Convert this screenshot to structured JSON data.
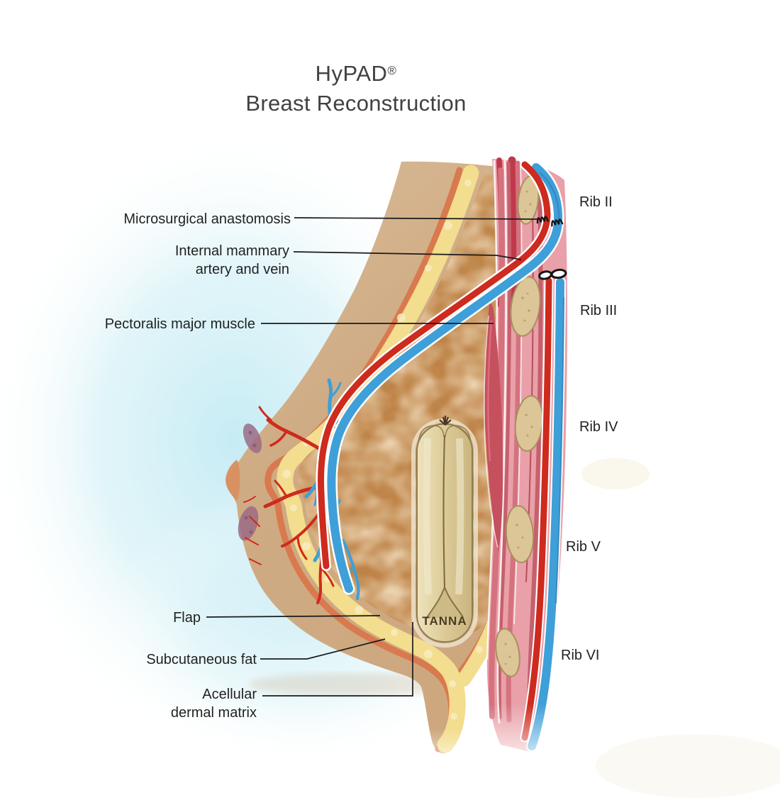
{
  "title": {
    "brand": "HyPAD",
    "registered_mark": "®",
    "subtitle": "Breast Reconstruction"
  },
  "callouts": {
    "microsurgical_anastomosis": "Microsurgical anastomosis",
    "internal_mammary_line1": "Internal mammary",
    "internal_mammary_line2": "artery and vein",
    "pectoralis_major": "Pectoralis major muscle",
    "flap": "Flap",
    "subcutaneous_fat": "Subcutaneous fat",
    "acellular_dermal_matrix_line1": "Acellular",
    "acellular_dermal_matrix_line2": "dermal matrix"
  },
  "rib_labels": {
    "rib_ii": "Rib II",
    "rib_iii": "Rib III",
    "rib_iv": "Rib IV",
    "rib_v": "Rib V",
    "rib_vi": "Rib VI"
  },
  "device": {
    "brand_mark": "TANNA"
  },
  "colors": {
    "artery_red": "#ce2a1e",
    "vein_blue": "#3f9fd8",
    "skin_tan": "#cfab84",
    "dermis_orange": "#d9794e",
    "subcutaneous_fat_yellow": "#f3dd8e",
    "flap_brown": "#bf8348",
    "muscle_pink": "#e9a0a9",
    "pectoralis_red": "#c5505e",
    "rib_tan": "#dcc697",
    "device_cream": "#ddcfa0",
    "areola_mauve": "#9b6b85",
    "background_glow": "#c9ecf4",
    "label_text": "#222222"
  }
}
